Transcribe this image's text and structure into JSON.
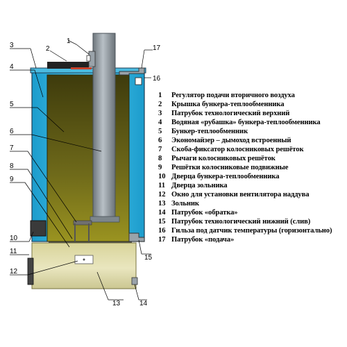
{
  "callout_numbers": [
    "1",
    "2",
    "3",
    "4",
    "5",
    "6",
    "7",
    "8",
    "9",
    "10",
    "11",
    "12",
    "13",
    "14",
    "15",
    "16",
    "17"
  ],
  "legend": [
    {
      "num": "1",
      "text": "Регулятор подачи вторичного воздуха"
    },
    {
      "num": "2",
      "text": "Крышка бункера-теплообменника"
    },
    {
      "num": "3",
      "text": "Патрубок технологический верхний"
    },
    {
      "num": "4",
      "text": "Водяная «рубашка» бункера-теплообменника"
    },
    {
      "num": "5",
      "text": "Бункер-теплообменник"
    },
    {
      "num": "6",
      "text": "Экономайзер – дымоход встроенный"
    },
    {
      "num": "7",
      "text": "Скоба-фиксатор колосниковых решёток"
    },
    {
      "num": "8",
      "text": "Рычаги колосниковых решёток"
    },
    {
      "num": "9",
      "text": "Решётки колосниковые подвижные"
    },
    {
      "num": "10",
      "text": "Дверца бункера-теплообменника"
    },
    {
      "num": "11",
      "text": "Дверца зольника"
    },
    {
      "num": "12",
      "text": "Окно для установки вентилятора наддува"
    },
    {
      "num": "13",
      "text": "Зольник"
    },
    {
      "num": "14",
      "text": "Патрубок «обратка»"
    },
    {
      "num": "15",
      "text": "Патрубок технологический нижний (слив)"
    },
    {
      "num": "16",
      "text": "Гильза под датчик температуры (горизонтально)"
    },
    {
      "num": "17",
      "text": "Патрубок «подача»"
    }
  ],
  "colors": {
    "water_jacket": "#29b4e0",
    "hopper": "#5b5713",
    "chimney": "#8e979e",
    "ash_pit": "#d8d59a",
    "lid": "#222222",
    "steel": "#9aa3aa"
  }
}
